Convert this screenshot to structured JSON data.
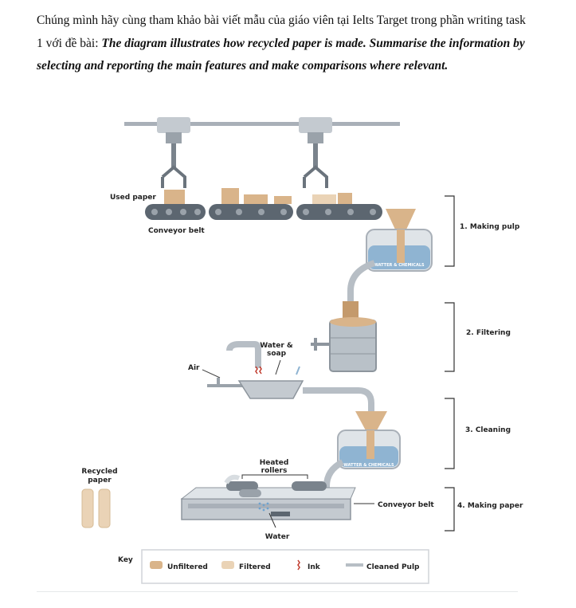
{
  "intro": {
    "lead": "Chúng mình hãy cùng tham khảo bài viết mẫu của giáo viên tại Ielts Target trong phần writing task 1 với đề bài: ",
    "prompt": "The diagram illustrates how recycled paper is made. Summarise the information by selecting and reporting the main features and make comparisons where relevant."
  },
  "labels": {
    "used_paper": "Used paper",
    "conveyor_belt_top": "Conveyor belt",
    "water_chemicals_1": "WATTER & CHEMICALS",
    "water_soap_line1": "Water &",
    "water_soap_line2": "soap",
    "air": "Air",
    "water_chemicals_2": "WATTER & CHEMICALS",
    "heated_line1": "Heated",
    "heated_line2": "rollers",
    "recycled_line1": "Recycled",
    "recycled_line2": "paper",
    "conveyor_belt_bottom": "Conveyor belt",
    "water": "Water"
  },
  "stages": [
    {
      "label": "1. Making pulp"
    },
    {
      "label": "2. Filtering"
    },
    {
      "label": "3. Cleaning"
    },
    {
      "label": "4. Making paper"
    }
  ],
  "key": {
    "title": "Key",
    "items": [
      {
        "label": "Unfiltered",
        "icon": "unfiltered-paper-icon"
      },
      {
        "label": "Filtered",
        "icon": "filtered-paper-icon"
      },
      {
        "label": "Ink",
        "icon": "ink-icon"
      },
      {
        "label": "Cleaned Pulp",
        "icon": "cleaned-pulp-icon"
      }
    ]
  },
  "colors": {
    "machine_gray": "#a9b0b8",
    "belt_dark": "#5c6670",
    "paper_tan": "#d9b48a",
    "water_blue": "#8fb4d2",
    "ink_red": "#c0392b"
  }
}
